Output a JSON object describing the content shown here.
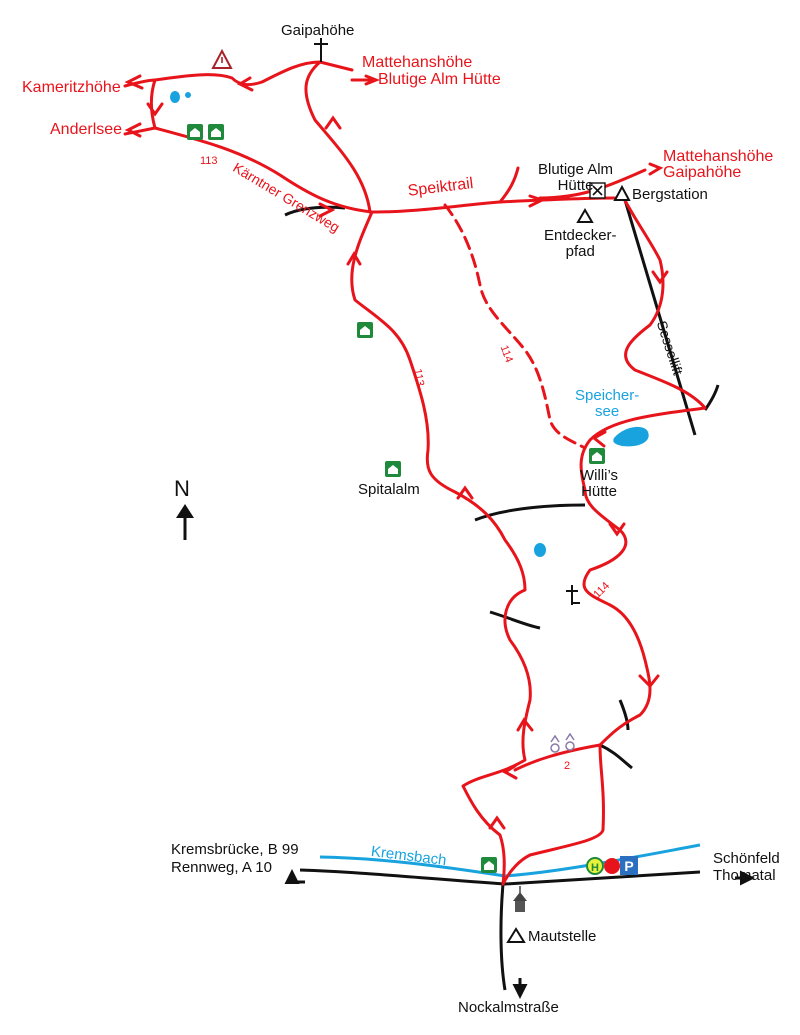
{
  "colors": {
    "trail": "#e8141b",
    "road": "#111111",
    "water": "#18a3df",
    "hut_icon": "#1f8a3c",
    "bus_stop": "#e9f23a",
    "parking": "#2a6fc0"
  },
  "places": {
    "gaipahoehe": "Gaipahöhe",
    "mattehanshoehe_top": "Mattehanshöhe",
    "blutige_alm_top": "Blutige Alm Hütte",
    "kameritzhoehe": "Kameritzhöhe",
    "anderlsee": "Anderlsee",
    "blutige_alm_line1": "Blutige Alm",
    "blutige_alm_line2": "Hütte",
    "mattehanshoehe_right": "Mattehanshöhe",
    "gaipahoehe_right": "Gaipahöhe",
    "bergstation": "Bergstation",
    "entdecker_line1": "Entdecker-",
    "entdecker_line2": "pfad",
    "speicher_line1": "Speicher-",
    "speicher_line2": "see",
    "willis_line1": "Willi’s",
    "willis_line2": "Hütte",
    "spitalalm": "Spitalalm",
    "kremsbach": "Kremsbach",
    "kremsbruecke": "Kremsbrücke, B 99",
    "rennweg": "Rennweg, A 10",
    "schoenfeld": "Schönfeld",
    "thomatal": "Thomatal",
    "mautstelle": "Mautstelle",
    "nockalmstrasse": "Nockalmstraße"
  },
  "trails": {
    "kaerntner_grenzweg": "Kärntner Grenzweg",
    "speiktrail": "Speiktrail",
    "sessellift": "Sessellift"
  },
  "trail_numbers": {
    "n113_top": "113",
    "n113_mid": "113",
    "n114_dashed": "114",
    "n114_lower": "114",
    "n2": "2"
  },
  "legend": {
    "north": "N"
  },
  "icons": {
    "parking_letter": "P",
    "bus_letter": "H"
  }
}
